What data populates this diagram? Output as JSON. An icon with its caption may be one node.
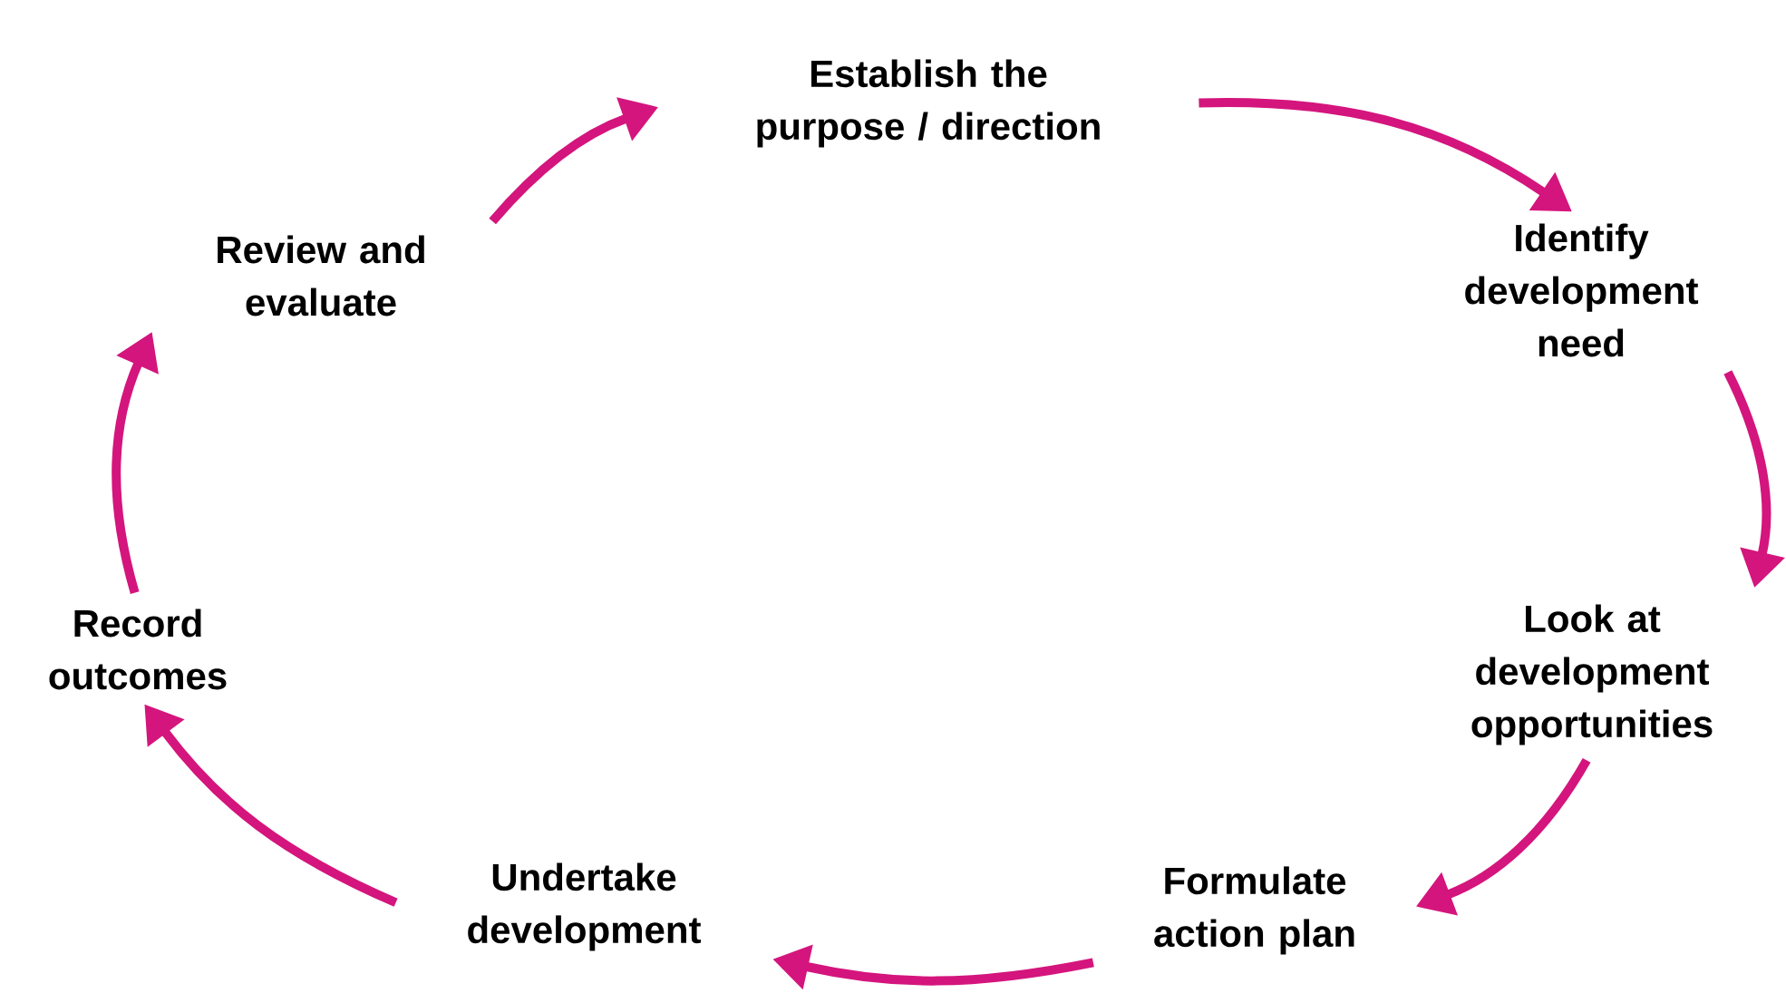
{
  "diagram": {
    "nodes": [
      {
        "text": [
          "Establish the purpose / direction"
        ]
      },
      {
        "text": [
          "Identify development need"
        ]
      },
      {
        "text": [
          "Look at development opportunities"
        ]
      },
      {
        "text": [
          "Formulate action plan"
        ]
      },
      {
        "text": [
          "Undertake development"
        ]
      },
      {
        "text": [
          "Record outcomes"
        ]
      },
      {
        "text": [
          "Review and evaluate"
        ]
      }
    ],
    "edges": [
      {
        "from": 0,
        "to": 1,
        "arrow": "to"
      },
      {
        "from": 1,
        "to": 2,
        "arrow": "to"
      },
      {
        "from": 2,
        "to": 3,
        "arrow": "to"
      },
      {
        "from": 3,
        "to": 4,
        "arrow": "to"
      },
      {
        "from": 4,
        "to": 5,
        "arrow": "to"
      },
      {
        "from": 5,
        "to": 6,
        "arrow": "to"
      },
      {
        "from": 6,
        "to": 0,
        "arrow": "to"
      }
    ]
  }
}
